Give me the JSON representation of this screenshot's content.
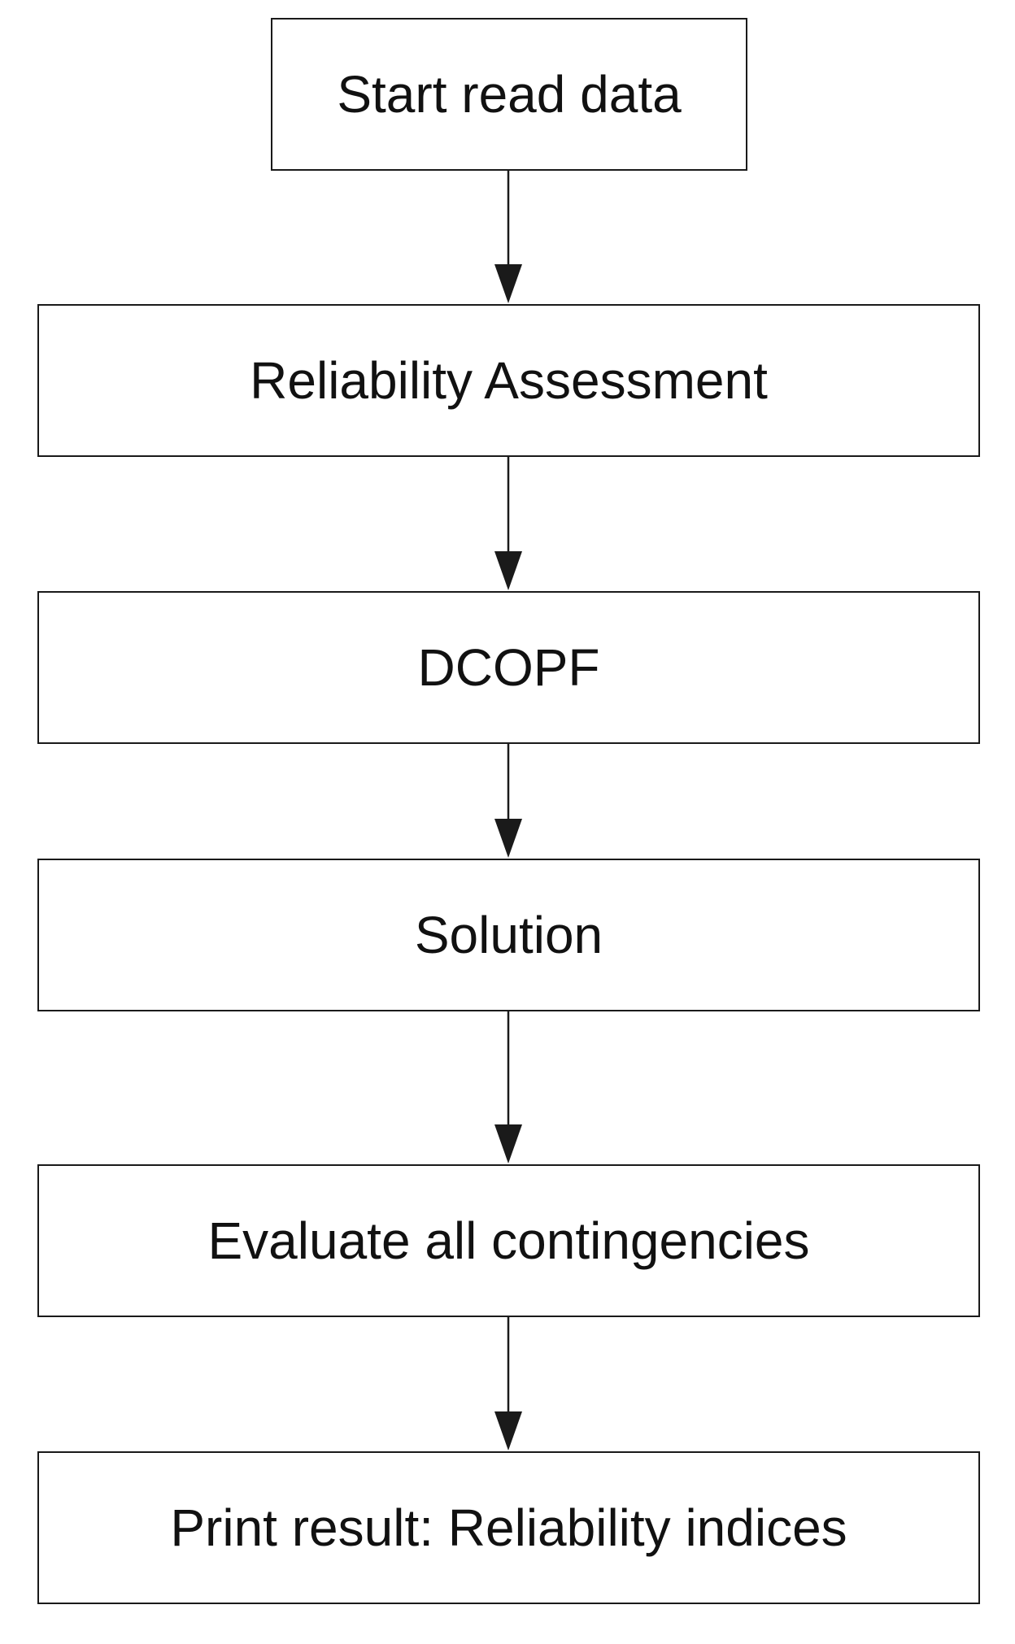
{
  "steps": [
    {
      "id": "start",
      "label": "Start read data"
    },
    {
      "id": "reliability-assessment",
      "label": "Reliability Assessment"
    },
    {
      "id": "dcopf",
      "label": "DCOPF"
    },
    {
      "id": "solution",
      "label": "Solution"
    },
    {
      "id": "evaluate",
      "label": "Evaluate all contingencies"
    },
    {
      "id": "print-result",
      "label": "Print result: Reliability indices"
    }
  ],
  "colors": {
    "stroke": "#1a1a1a",
    "text": "#111111",
    "background": "#ffffff"
  }
}
